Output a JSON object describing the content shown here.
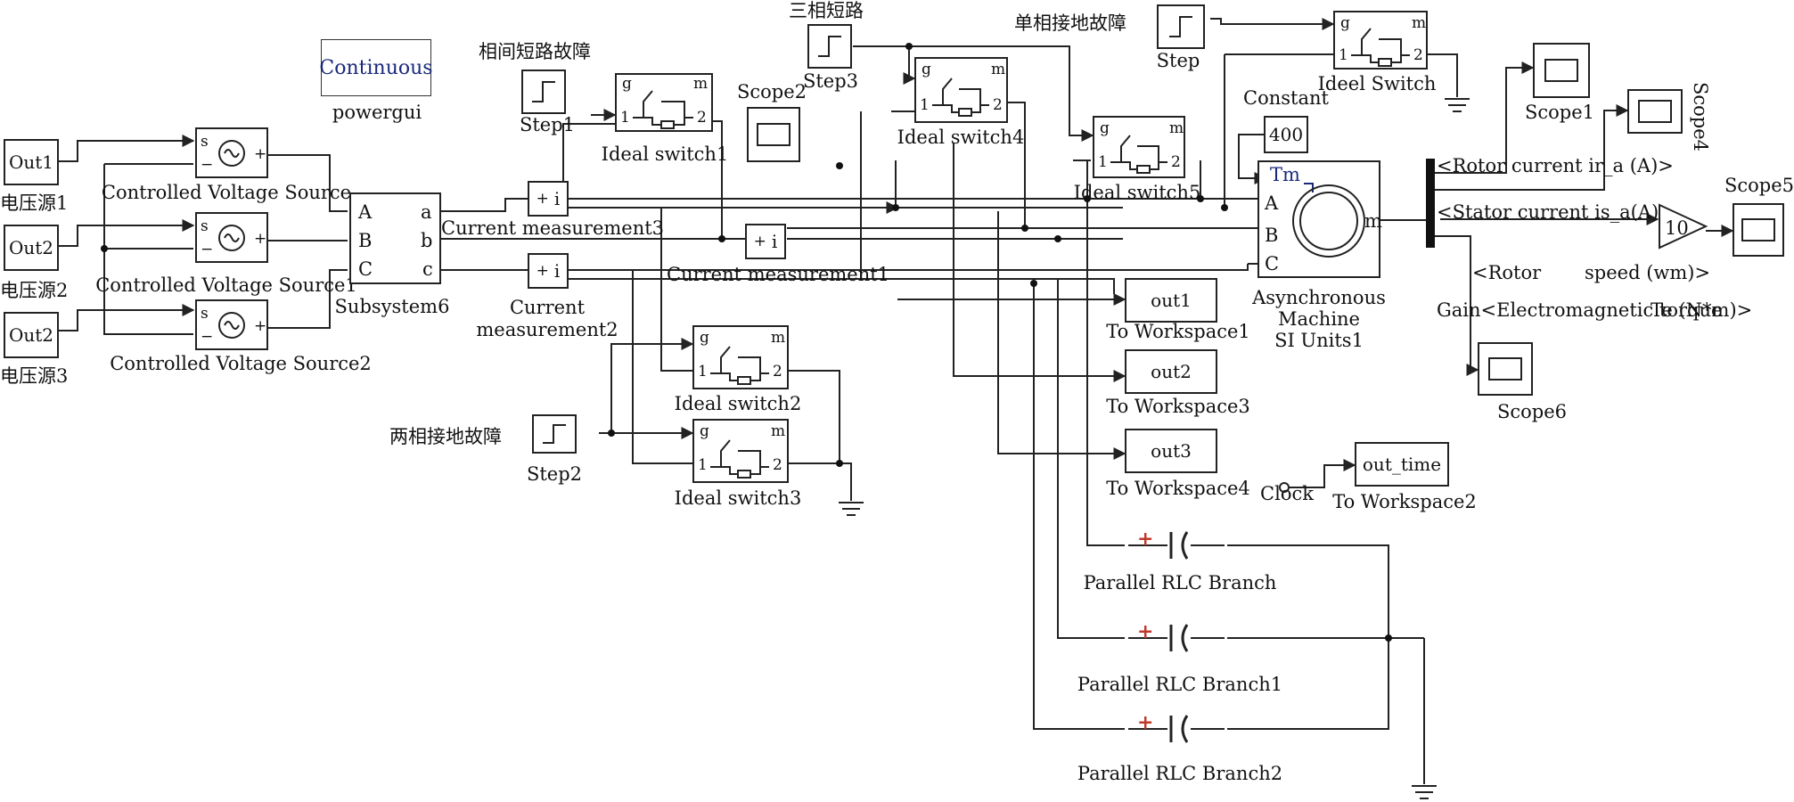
{
  "powergui": {
    "block": "Continuous",
    "label": "powergui"
  },
  "sources": {
    "out1": "Out1",
    "out2": "Out2",
    "out3": "Out2",
    "src1": "电压源1",
    "src2": "电压源2",
    "src3": "电压源3",
    "cvs": "Controlled Voltage Source",
    "cvs1": "Controlled Voltage Source1",
    "cvs2": "Controlled Voltage Source2",
    "port_s": "s",
    "port_plus": "+",
    "port_minus": "−"
  },
  "subsystem": {
    "label": "Subsystem6",
    "in_a": "A",
    "in_b": "B",
    "in_c": "C",
    "out_a": "a",
    "out_b": "b",
    "out_c": "c"
  },
  "measurements": {
    "m1": "Current measurement1",
    "m2": "Current\nmeasurement2",
    "m3": "Current measurement3",
    "sym_plus": "+",
    "sym_i": "i"
  },
  "switches": {
    "s1": "Ideal switch1",
    "s2": "Ideal switch2",
    "s3": "Ideal switch3",
    "s4": "Ideal switch4",
    "s5": "Ideal switch5",
    "s6": "Ideel Switch",
    "port_g": "g",
    "port_m": "m",
    "port_1": "1",
    "port_2": "2"
  },
  "steps": {
    "step": "Step",
    "step1": "Step1",
    "step2": "Step2",
    "step3": "Step3",
    "fault_phase": "相间短路故障",
    "fault_three": "三相短路",
    "fault_single": "单相接地故障",
    "fault_two": "两相接地故障"
  },
  "scopes": {
    "s1": "Scope1",
    "s2": "Scope2",
    "s4": "Scope4",
    "s5": "Scope5",
    "s6": "Scope6"
  },
  "machine": {
    "constant_label": "Constant",
    "constant_value": "400",
    "tm": "Tm",
    "a": "A",
    "b": "B",
    "c": "C",
    "m": "m",
    "label_1": "Asynchronous",
    "label_2": "Machine",
    "label_3": "SI Units1"
  },
  "signals": {
    "rotor_current": "<Rotor current ir_a (A)>",
    "stator_current": "<Stator current is_a(A)>",
    "rotor": "<Rotor",
    "speed": "speed (wm)>",
    "gain_torque": "Gain<Electromagnetic torque",
    "te": "Te (N*m)>",
    "gain_value": "10"
  },
  "workspace": {
    "out1": "out1",
    "out2": "out2",
    "out3": "out3",
    "out_time": "out_time",
    "tw1": "To Workspace1",
    "tw2": "To Workspace2",
    "tw3": "To Workspace3",
    "tw4": "To Workspace4",
    "clock": "Clock"
  },
  "rlc": {
    "b": "Parallel RLC Branch",
    "b1": "Parallel RLC Branch1",
    "b2": "Parallel RLC Branch2",
    "plus": "+"
  }
}
